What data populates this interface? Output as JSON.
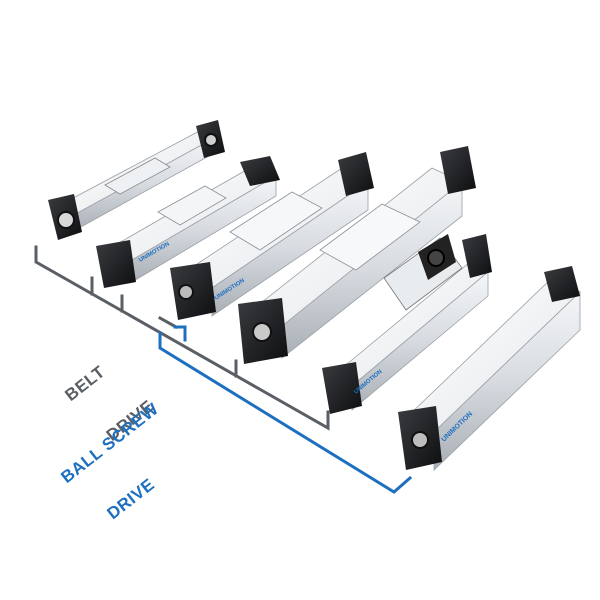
{
  "brand": {
    "logo_text": "UNIMOTION",
    "accent": "#1d6fbf"
  },
  "labels": {
    "belt_line1": "BELT",
    "belt_line2": "DRIVE",
    "screw_line1": "BALL SCREW",
    "screw_line2": "DRIVE"
  },
  "colors": {
    "belt_line": "#5a5f66",
    "screw_line": "#1d6fbf",
    "aluminum": "#d9dde1",
    "endcap": "#1b1c1e"
  }
}
